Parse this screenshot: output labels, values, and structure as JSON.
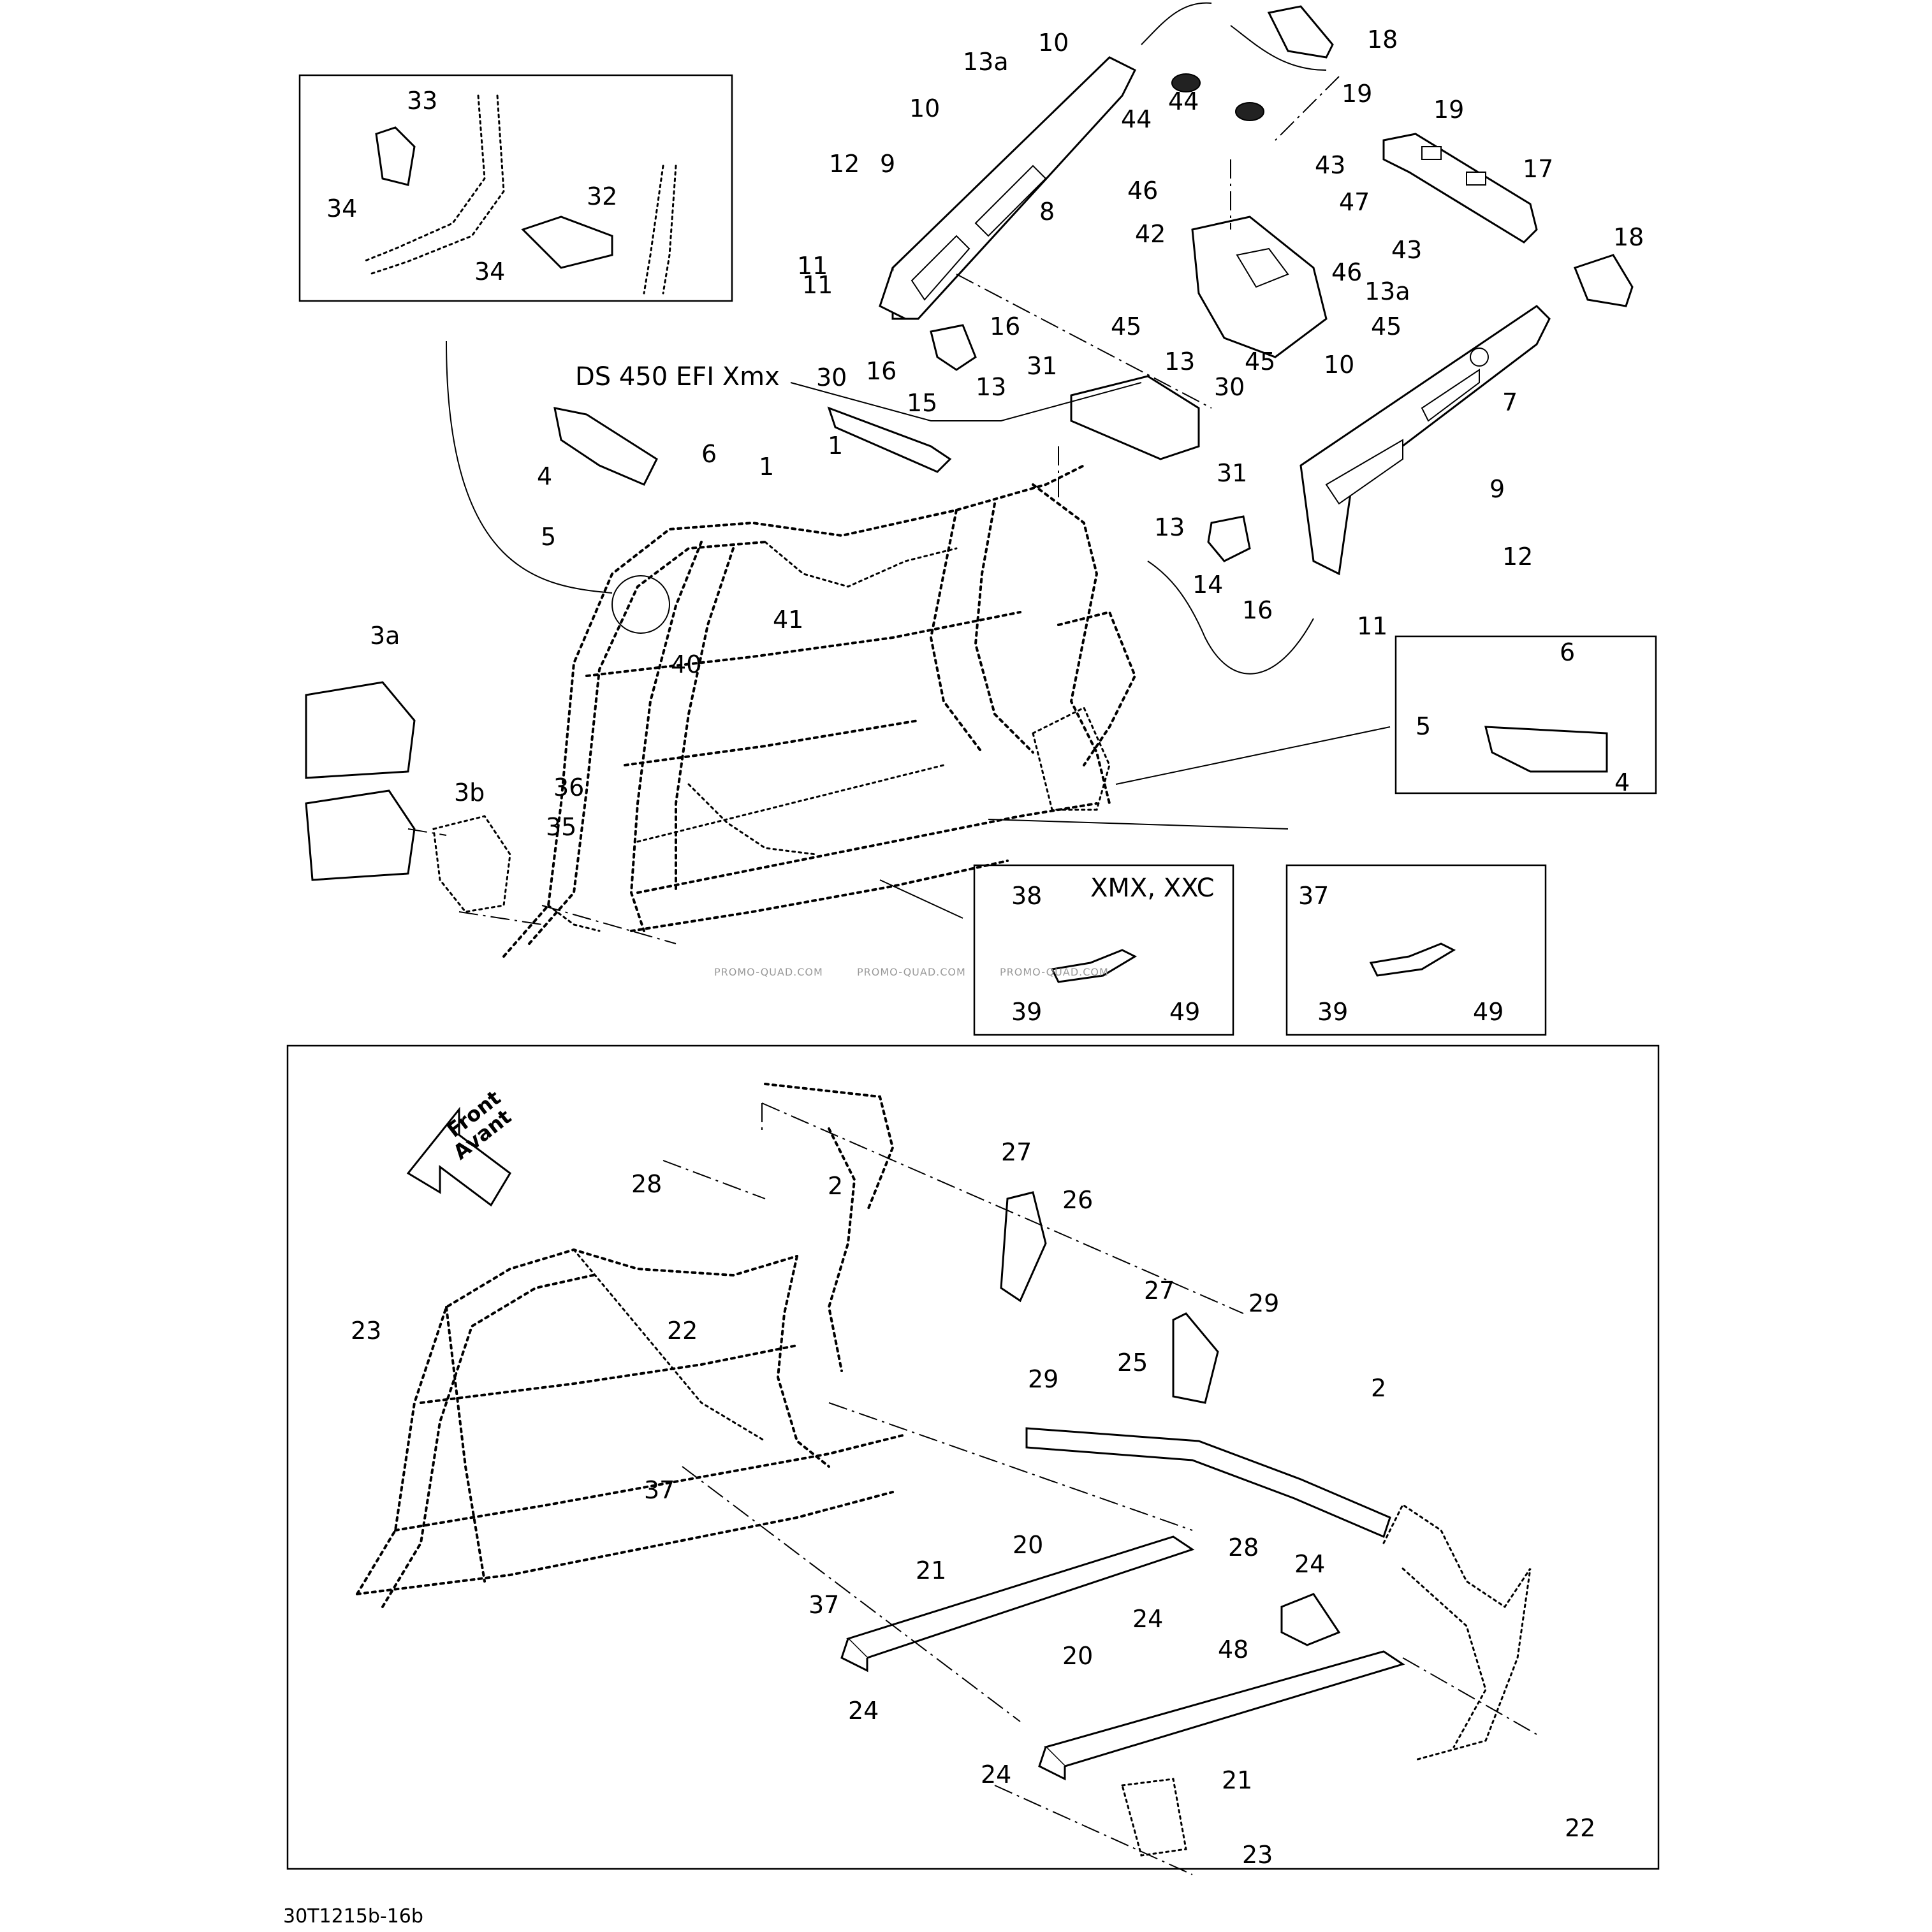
{
  "labels": {
    "l1a": "1",
    "l1b": "1",
    "l2a": "2",
    "l2b": "2",
    "l3a": "3a",
    "l3b": "3b",
    "l4a": "4",
    "l4b": "4",
    "l5a": "5",
    "l5b": "5",
    "l6a": "6",
    "l6b": "6",
    "l7": "7",
    "l8": "8",
    "l9a": "9",
    "l9b": "9",
    "l10a": "10",
    "l10b": "10",
    "l10c": "10",
    "l11a": "11",
    "l11b": "11",
    "l11c": "11",
    "l12a": "12",
    "l12b": "12",
    "l13a1": "13a",
    "l13a2": "13a",
    "l13b": "13",
    "l13c": "13",
    "l13d": "13",
    "l14": "14",
    "l15": "15",
    "l16a": "16",
    "l16b": "16",
    "l16c": "16",
    "l17": "17",
    "l18a": "18",
    "l18b": "18",
    "l19a": "19",
    "l19b": "19",
    "l20a": "20",
    "l20b": "20",
    "l21a": "21",
    "l21b": "21",
    "l22a": "22",
    "l22b": "22",
    "l23a": "23",
    "l23b": "23",
    "l24a": "24",
    "l24b": "24",
    "l24c": "24",
    "l24d": "24",
    "l25": "25",
    "l26": "26",
    "l27a": "27",
    "l27b": "27",
    "l28a": "28",
    "l28b": "28",
    "l29a": "29",
    "l29b": "29",
    "l30a": "30",
    "l30b": "30",
    "l31a": "31",
    "l31b": "31",
    "l32": "32",
    "l33": "33",
    "l34a": "34",
    "l34b": "34",
    "l35": "35",
    "l36": "36",
    "l37a": "37",
    "l37b": "37",
    "l37c": "37",
    "l38": "38",
    "l39a": "39",
    "l39b": "39",
    "l40": "40",
    "l41": "41",
    "l42": "42",
    "l43a": "43",
    "l43b": "43",
    "l44a": "44",
    "l44b": "44",
    "l45a": "45",
    "l45b": "45",
    "l45c": "45",
    "l46a": "46",
    "l46b": "46",
    "l47": "47",
    "l48": "48",
    "l49a": "49",
    "l49b": "49"
  },
  "annotations": {
    "model_variant": "DS 450 EFI Xmx",
    "variant_box": "XMX, XXC",
    "front_front": "Front",
    "front_avant": "Avant"
  },
  "watermark": "PROMO-QUAD.COM",
  "diagram_ref": "30T1215b-16b"
}
